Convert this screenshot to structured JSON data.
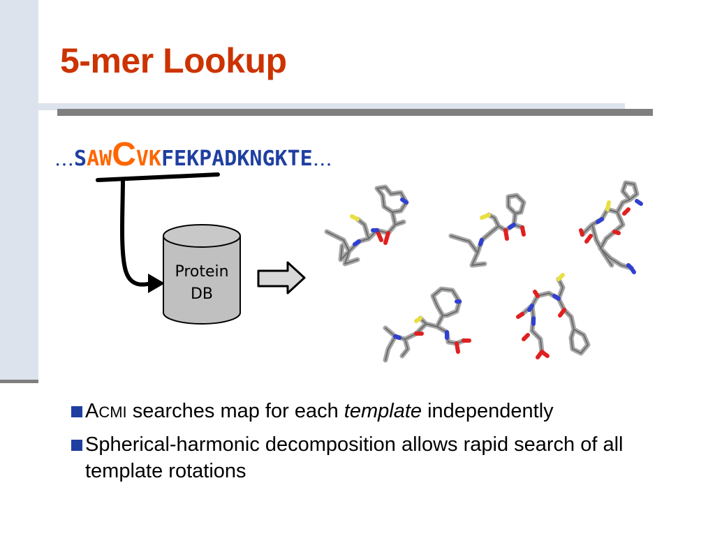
{
  "slide": {
    "title": "5-mer Lookup",
    "sequence": {
      "prefix_dots": "…",
      "lead": "S",
      "left_highlight": "AW",
      "center": "C",
      "right_highlight": "VK",
      "tail": "FEKPADKNGKTE",
      "suffix_dots": "…"
    },
    "database": {
      "line1": "Protein",
      "line2": "DB"
    },
    "bullets": [
      {
        "prefix_cap": "A",
        "prefix_small": "CMI",
        "text_before": " searches map for each ",
        "emphasis": "template",
        "text_after": " independently"
      },
      {
        "text": "Spherical-harmonic decomposition allows rapid search of all template rotations"
      }
    ]
  },
  "colors": {
    "title": "#cc3300",
    "sequence_blue": "#1f3fa0",
    "sequence_orange": "#ff6600",
    "bullet_marker": "#1f3fa0",
    "sidebar": "#dde3ec",
    "rule_dark": "#7f7f7f",
    "cylinder": "#c0c0c0",
    "carbon": "#a8a8a8",
    "oxygen": "#e02020",
    "nitrogen": "#3040d0",
    "sulfur": "#e8e040"
  }
}
